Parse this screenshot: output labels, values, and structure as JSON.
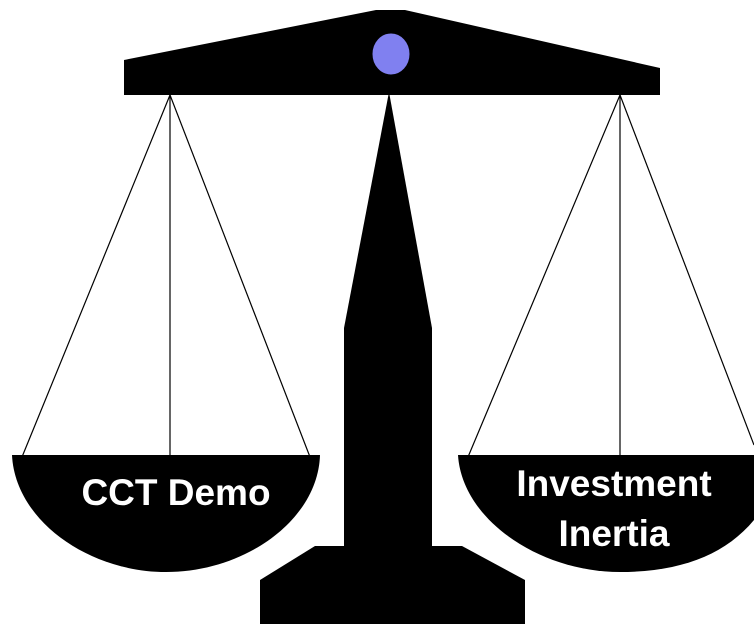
{
  "colors": {
    "background": "#ffffff",
    "scale_body": "#000000",
    "pivot_knob": "#8080f0",
    "string": "#000000",
    "label_text": "#ffffff"
  },
  "left_pan": {
    "label_line1": "CCT Demo"
  },
  "right_pan": {
    "label_line1": "Investment",
    "label_line2": "Inertia"
  }
}
